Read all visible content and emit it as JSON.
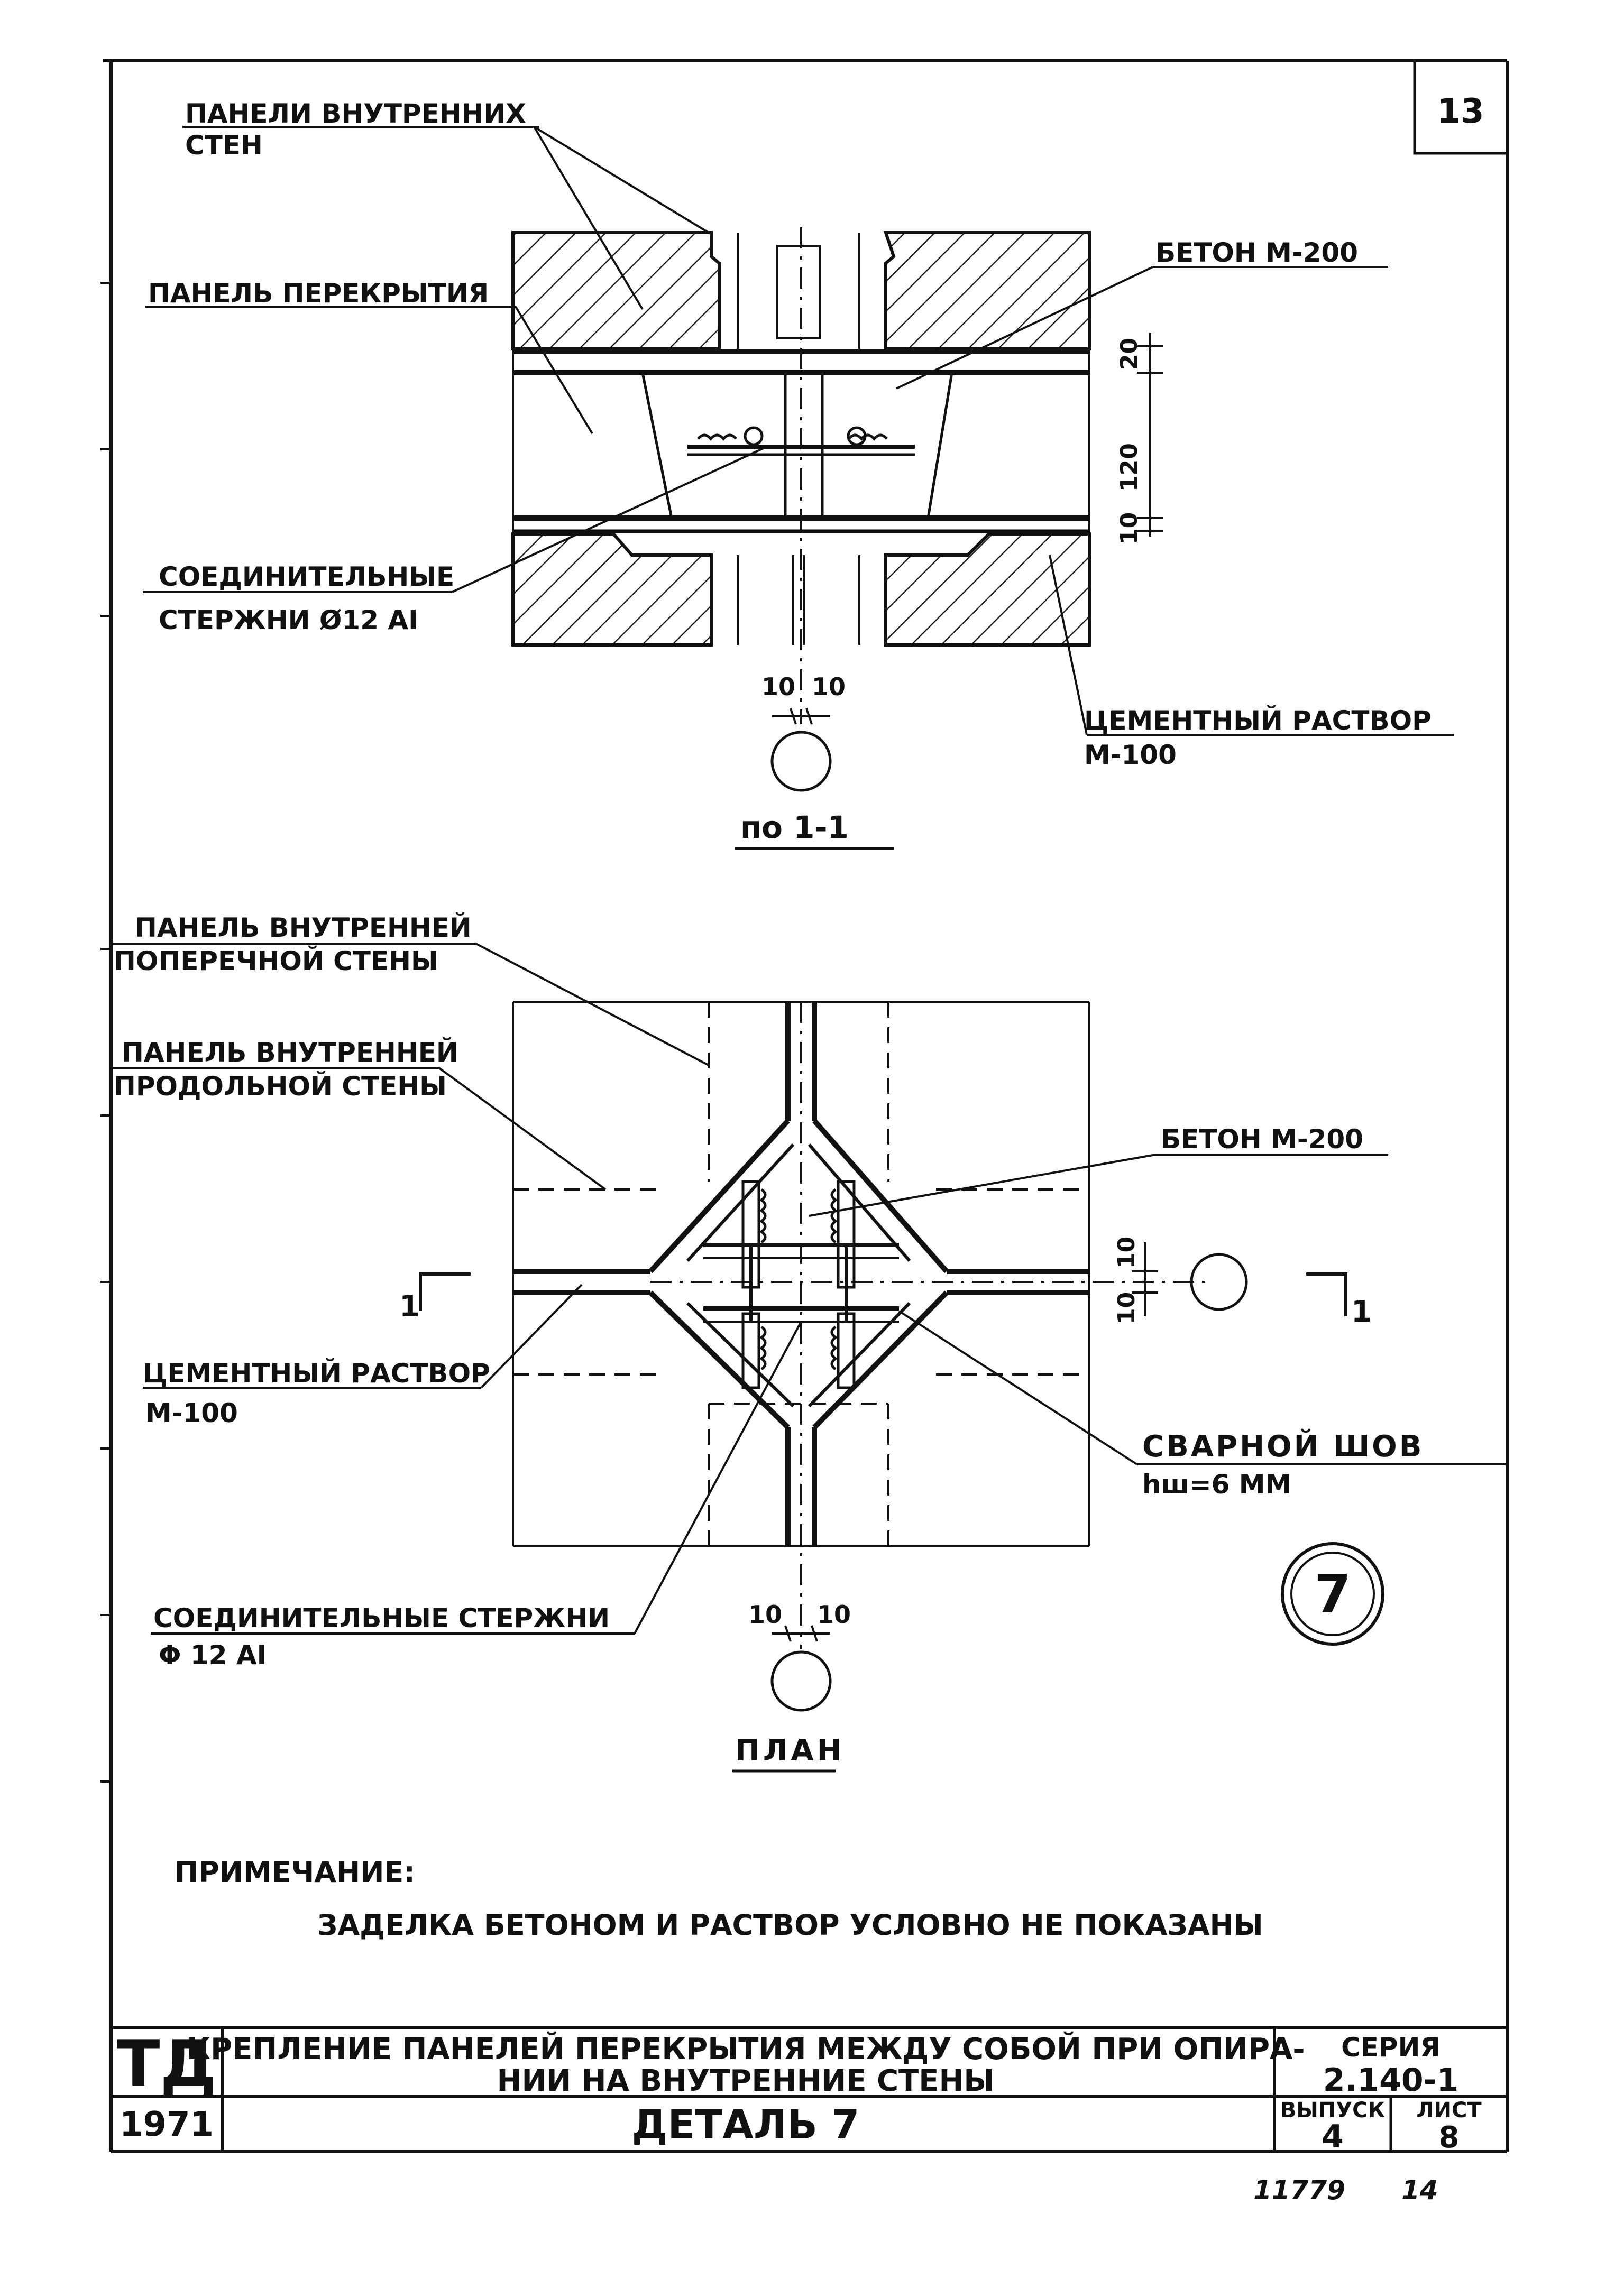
{
  "sheet": {
    "number": "13"
  },
  "section": {
    "labels": {
      "wall_panels_1": "ПАНЕЛИ ВНУТРЕННИХ",
      "wall_panels_2": "СТЕН",
      "floor_panel": "ПАНЕЛЬ ПЕРЕКРЫТИЯ",
      "concrete": "БЕТОН М-200",
      "rods_1": "СОЕДИНИТЕЛЬНЫЕ",
      "rods_2": "СТЕРЖНИ Ø12 АI",
      "mortar_1": "ЦЕМЕНТНЫЙ РАСТВОР",
      "mortar_2": "М-100"
    },
    "dims": {
      "top": "20",
      "mid": "120",
      "bottom": "10",
      "left": "10",
      "right": "10"
    },
    "title": "по 1-1"
  },
  "plan": {
    "labels": {
      "cross_wall_1": "ПАНЕЛЬ ВНУТРЕННЕЙ",
      "cross_wall_2": "ПОПЕРЕЧНОЙ СТЕНЫ",
      "long_wall_1": "ПАНЕЛЬ ВНУТРЕННЕЙ",
      "long_wall_2": "ПРОДОЛЬНОЙ СТЕНЫ",
      "concrete": "БЕТОН М-200",
      "mortar_1": "ЦЕМЕНТНЫЙ РАСТВОР",
      "mortar_2": "М-100",
      "weld_1": "СВАРНОЙ ШОВ",
      "weld_2": "hш=6 ММ",
      "rods_1": "СОЕДИНИТЕЛЬНЫЕ СТЕРЖНИ",
      "rods_2": "Φ 12 АI"
    },
    "dims": {
      "right_top": "10",
      "right_bottom": "10",
      "bottom_left": "10",
      "bottom_right": "10"
    },
    "section_mark": "1",
    "title": "ПЛАН",
    "detail_number": "7"
  },
  "note": {
    "heading": "ПРИМЕЧАНИЕ:",
    "text": "ЗАДЕЛКА БЕТОНОМ И РАСТВОР УСЛОВНО НЕ ПОКАЗАНЫ"
  },
  "title_block": {
    "org": "ТД",
    "year": "1971",
    "title_1": "КРЕПЛЕНИЕ ПАНЕЛЕЙ ПЕРЕКРЫТИЯ МЕЖДУ СОБОЙ ПРИ ОПИРА-",
    "title_2": "НИИ НА ВНУТРЕННИЕ СТЕНЫ",
    "detail": "ДЕТАЛЬ 7",
    "series_label": "СЕРИЯ",
    "series": "2.140-1",
    "issue_label": "ВЫПУСК",
    "issue": "4",
    "sheet_label": "ЛИСТ",
    "sheet": "8"
  },
  "footer": {
    "code": "11779",
    "page": "14"
  }
}
